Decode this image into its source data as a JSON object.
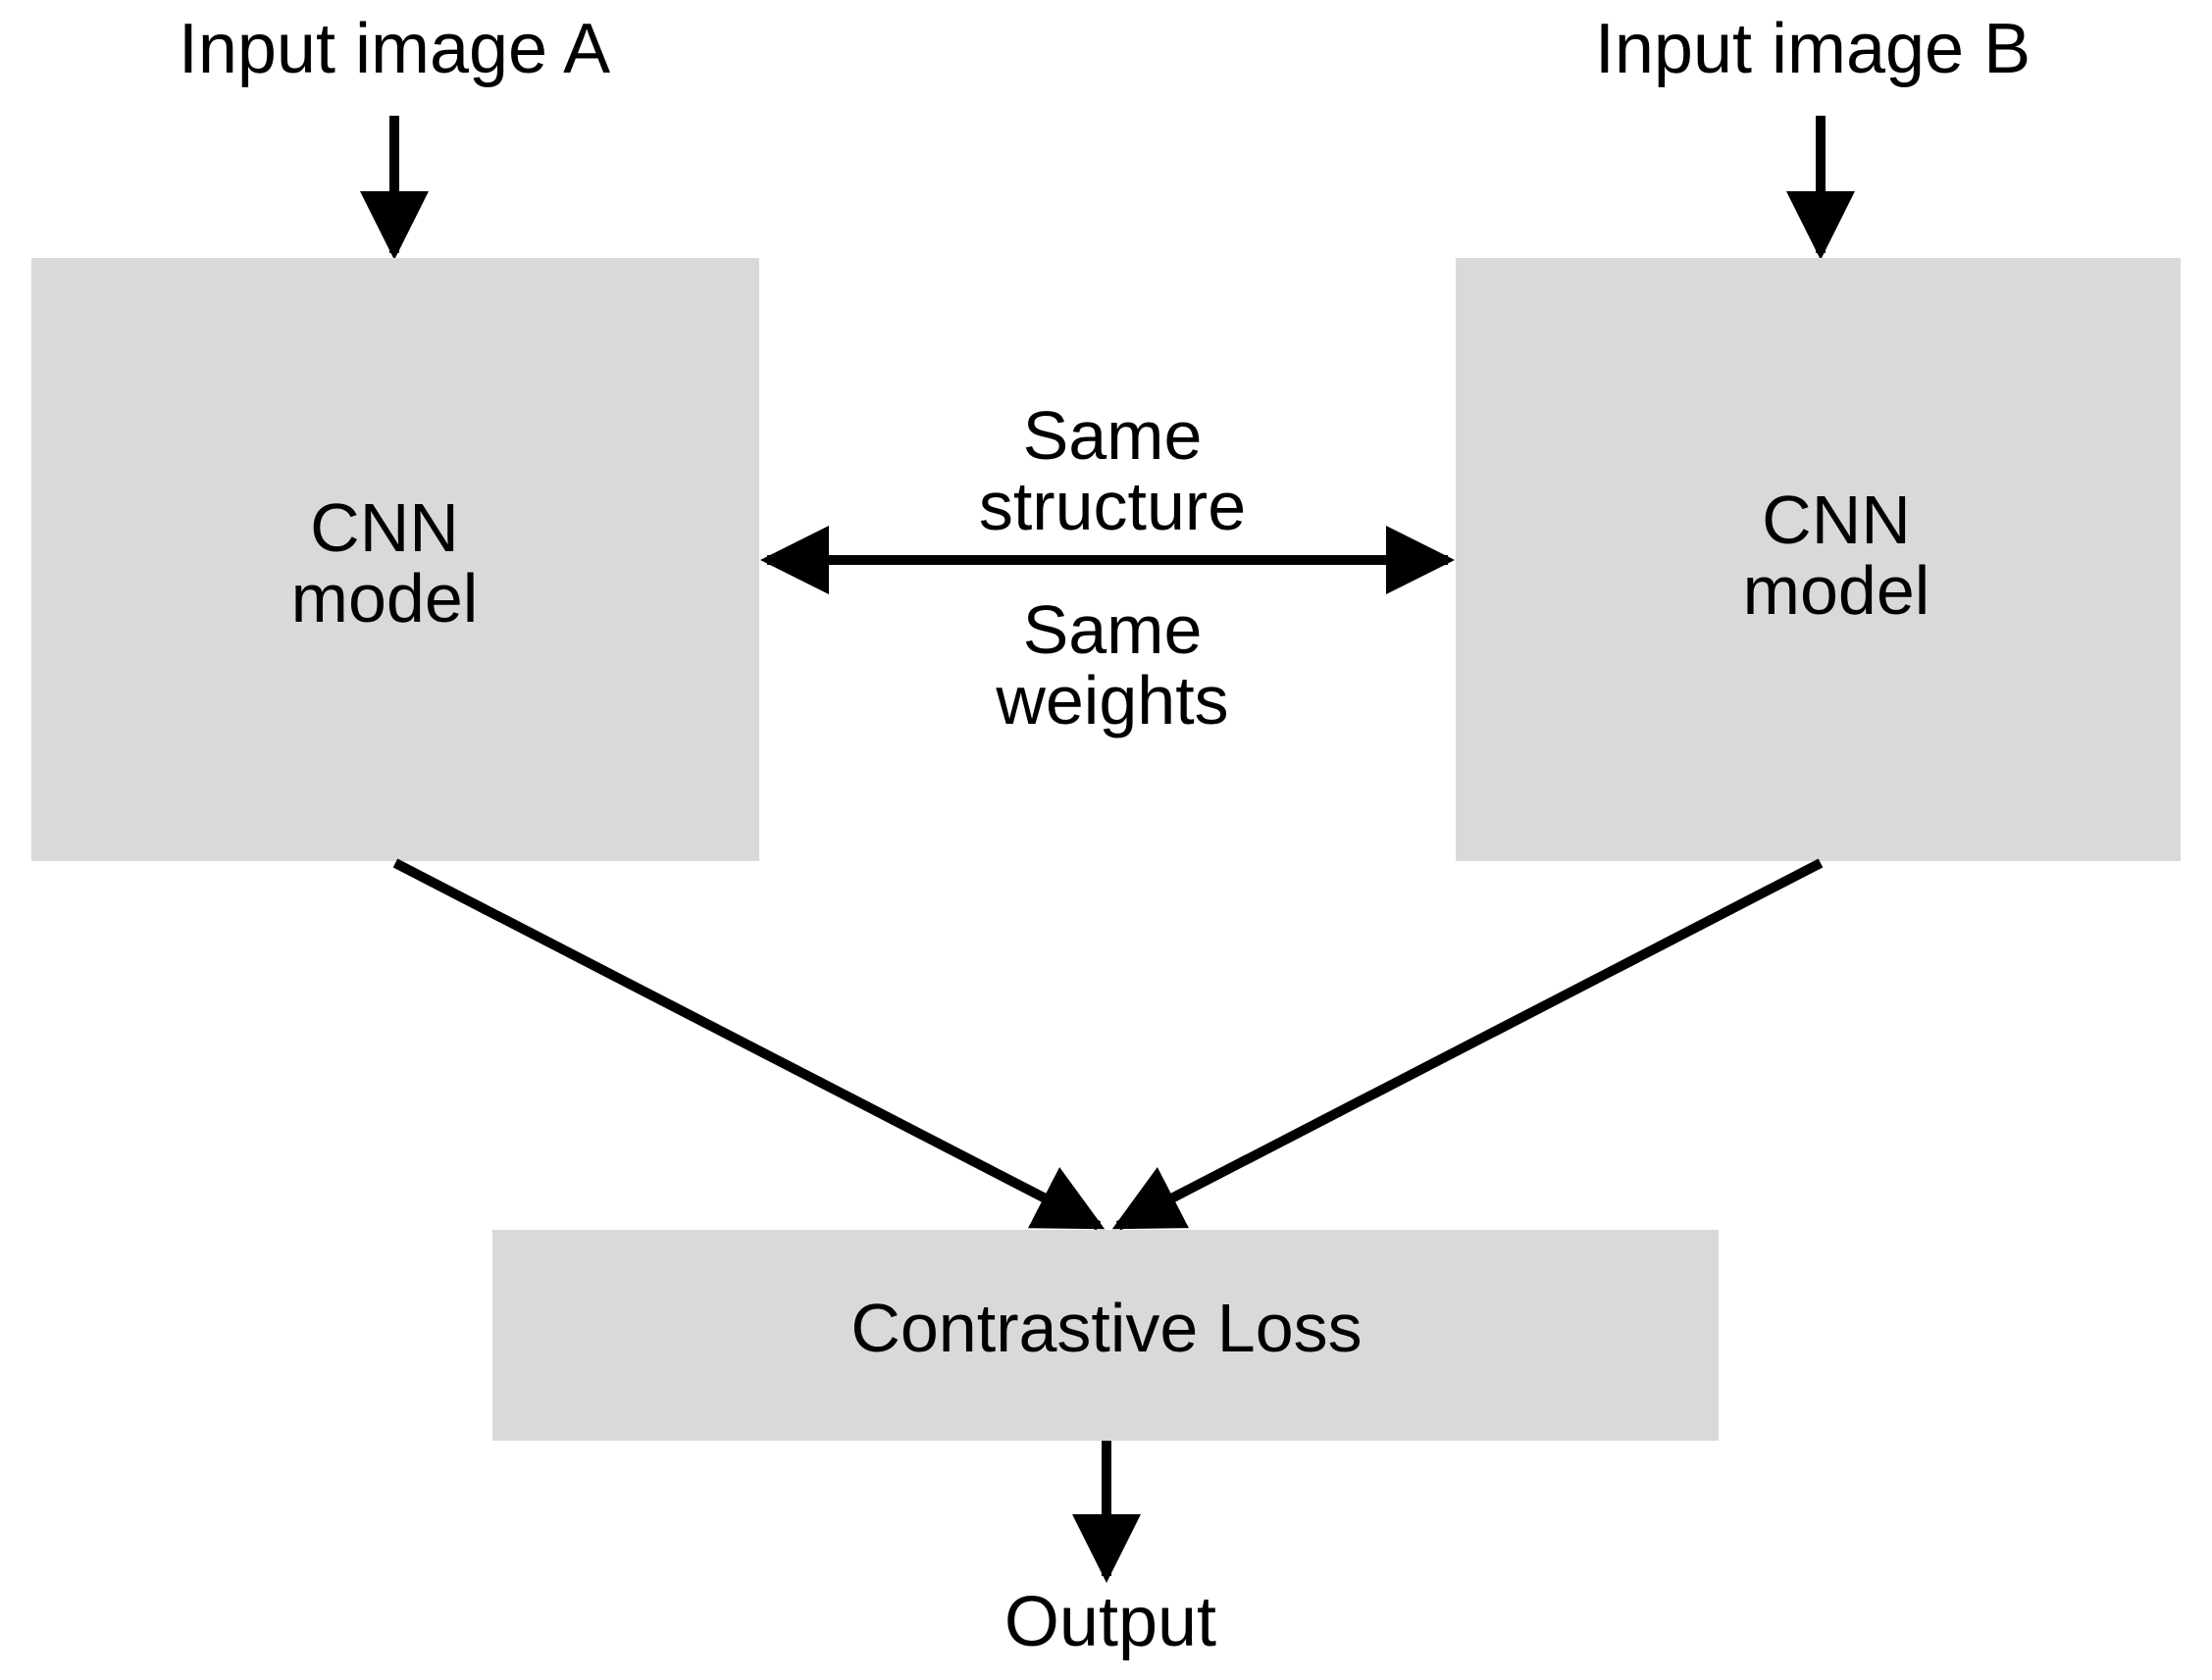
{
  "inputs": {
    "a_label": "Input image A",
    "b_label": "Input image B"
  },
  "left_box": {
    "line1": "CNN",
    "line2": "model"
  },
  "right_box": {
    "line1": "CNN",
    "line2": "model"
  },
  "shared": {
    "top_line1": "Same",
    "top_line2": "structure",
    "bottom_line1": "Same",
    "bottom_line2": "weights"
  },
  "loss_box": {
    "label": "Contrastive Loss"
  },
  "output": {
    "label": "Output"
  },
  "colors": {
    "box_fill": "#d9d9d9",
    "stroke": "#000000",
    "background": "#ffffff"
  }
}
